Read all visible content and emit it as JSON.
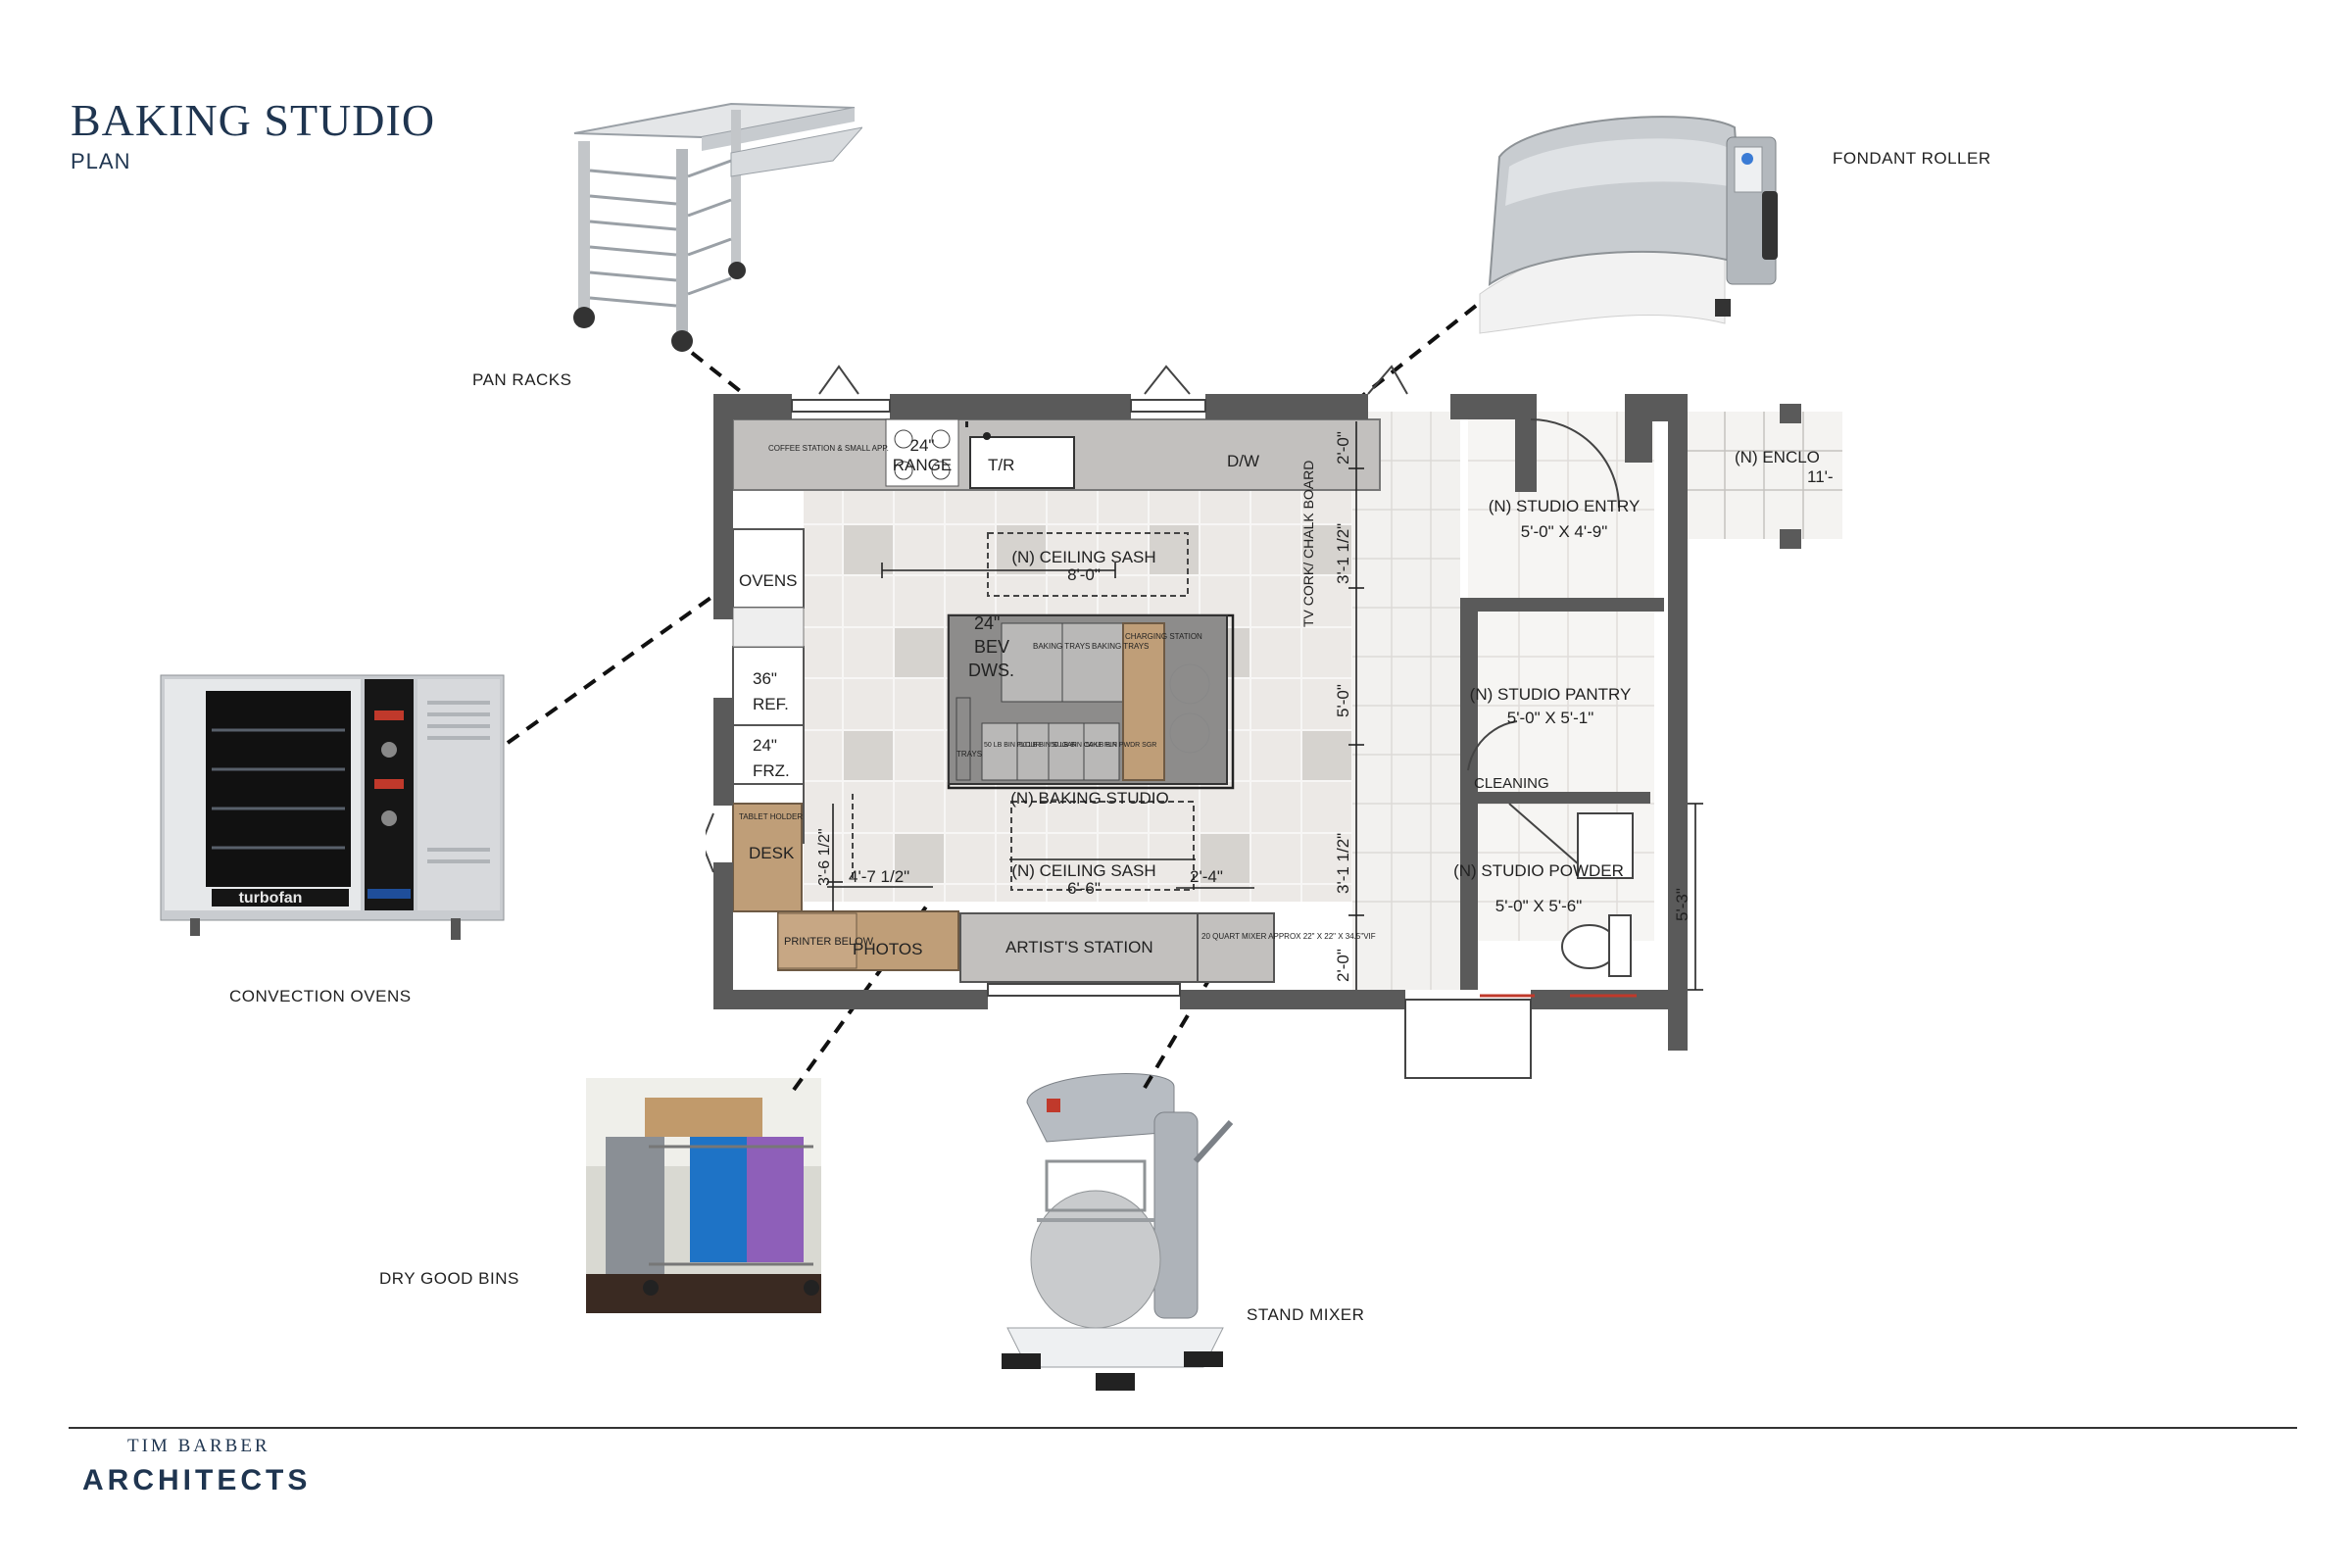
{
  "header": {
    "title": "BAKING STUDIO",
    "subtitle": "PLAN"
  },
  "callouts": {
    "pan_racks": "PAN RACKS",
    "fondant_roller": "FONDANT ROLLER",
    "convection_ovens": "CONVECTION OVENS",
    "dry_good_bins": "DRY GOOD BINS",
    "stand_mixer": "STAND MIXER"
  },
  "equipment_brand": "turbofan",
  "plan": {
    "coffee_station": "COFFEE STATION & SMALL APP.",
    "range_size": "24\"",
    "range": "RANGE",
    "tr": "T/R",
    "dw": "D/W",
    "ovens": "OVENS",
    "ref_size": "36\"",
    "ref": "REF.",
    "frz_size": "24\"",
    "frz": "FRZ.",
    "tablet_holder": "TABLET HOLDER",
    "desk": "DESK",
    "printer": "PRINTER BELOW",
    "photos": "PHOTOS",
    "artist_station": "ARTIST'S STATION",
    "quart_mixer": "20 QUART MIXER APPROX 22\" X 22\" X 34.5\"VIF",
    "ceiling_sash_top": "(N) CEILING SASH",
    "ceiling_sash_top_dim": "8'-0\"",
    "ceiling_sash_bottom": "(N) CEILING SASH",
    "ceiling_sash_bottom_dim": "6'-6\"",
    "baking_studio": "(N) BAKING STUDIO",
    "bev_size": "24\"",
    "bev": "BEV",
    "dws": "DWS.",
    "baking_trays": "BAKING TRAYS",
    "charging_station": "CHARGING STATION",
    "trays": "TRAYS",
    "bin_flour": "50 LB BIN FLOUR",
    "bin_sugar": "50 LB BIN SUGAR",
    "bin_cake": "50 LB BIN CAKE FLR",
    "bin_pwdr": "50 LB BIN PWDR SGR",
    "tv_board": "TV CORK/ CHALK BOARD",
    "studio_entry": "(N) STUDIO ENTRY",
    "studio_entry_dim": "5'-0\" X 4'-9\"",
    "studio_pantry": "(N) STUDIO PANTRY",
    "studio_pantry_dim": "5'-0\" X 5'-1\"",
    "cleaning": "CLEANING",
    "studio_powder": "(N) STUDIO POWDER",
    "studio_powder_dim": "5'-0\" X 5'-6\"",
    "enclosure": "(N) ENCLO",
    "enclosure_dim": "11'-",
    "dim_2_0_top": "2'-0\"",
    "dim_3_1_half_top": "3'-1 1/2\"",
    "dim_5_0": "5'-0\"",
    "dim_3_1_half_bottom": "3'-1 1/2\"",
    "dim_2_0_bottom": "2'-0\"",
    "dim_5_3": "5'-3\"",
    "dim_3_6_half": "3'-6 1/2\"",
    "dim_4_7_half": "4'-7 1/2\"",
    "dim_2_4": "2'-4\""
  },
  "footer": {
    "firm_top": "TIM BARBER",
    "firm_bottom": "ARCHITECTS"
  }
}
